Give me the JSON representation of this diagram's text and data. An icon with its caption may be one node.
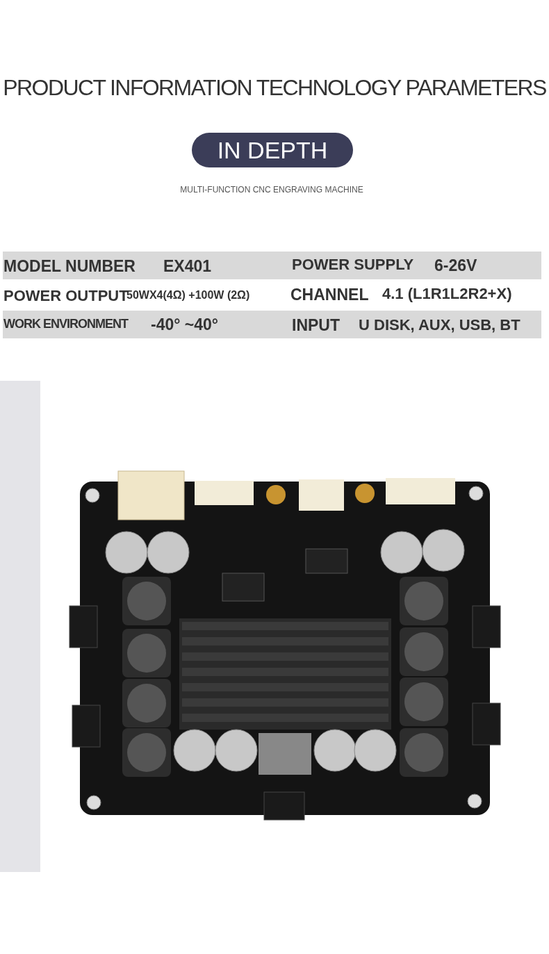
{
  "diagram": {
    "title": "PRODUCT INFORMATION TECHNOLOGY PARAMETERS",
    "nodes": [
      {
        "text": [
          "IN DEPTH"
        ]
      }
    ],
    "edges": [],
    "labels": [
      "MULTI-FUNCTION CNC ENGRAVING MACHINE",
      "MODEL NUMBER",
      "EX401",
      "POWER SUPPLY",
      "6-26V",
      "POWER OUTPUT",
      "50WX4(4Ω) +100W (2Ω)",
      "CHANNEL",
      "4.1 (L1R1L2R2+X)",
      "WORK ENVIRONMENT",
      "-40° ~40°",
      "INPUT",
      "U DISK, AUX, USB, BT"
    ]
  }
}
